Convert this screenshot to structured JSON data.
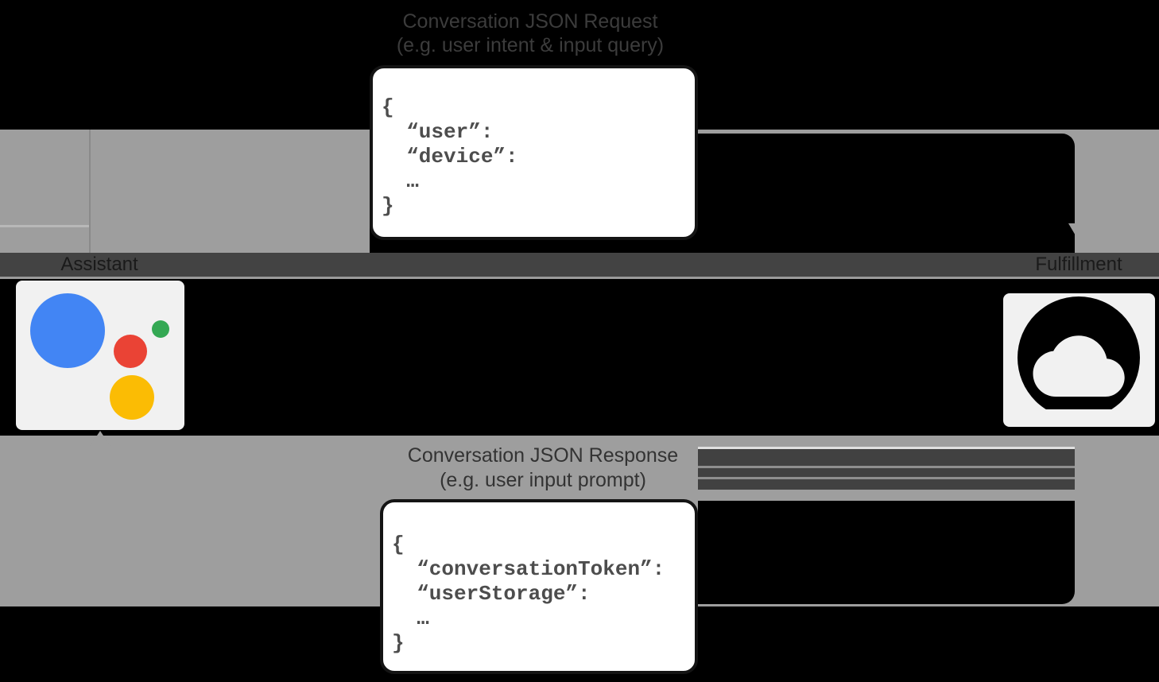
{
  "diagram": {
    "request_flow": {
      "title_line1": "Conversation JSON Request",
      "title_line2": "(e.g. user intent & input query)",
      "code_lines": {
        "0": "{",
        "1": "  “user”:",
        "2": "  “device”:",
        "3": "  …",
        "4": "}"
      }
    },
    "response_flow": {
      "title_line1": "Conversation JSON Response",
      "title_line2": "(e.g. user input prompt)",
      "code_lines": {
        "0": "{",
        "1": "  “conversationToken”:",
        "2": "  “userStorage”:",
        "3": "  …",
        "4": "}"
      }
    },
    "nodes": {
      "assistant_label": "Assistant",
      "fulfillment_label": "Fulfillment",
      "assistant_icon": "google-assistant-logo",
      "fulfillment_icon": "cloud-icon"
    },
    "colors": {
      "background": "#000000",
      "arrow_band": "#9e9e9e",
      "label_strip": "#434343",
      "callout_fill": "#ffffff",
      "code_text": "#4d4d4d",
      "card_fill": "#f1f1f1",
      "assistant_blue": "#4285F4",
      "assistant_red": "#EA4335",
      "assistant_green": "#34A853",
      "assistant_yellow": "#FBBC04",
      "cloud_icon_fill": "#000000"
    }
  }
}
